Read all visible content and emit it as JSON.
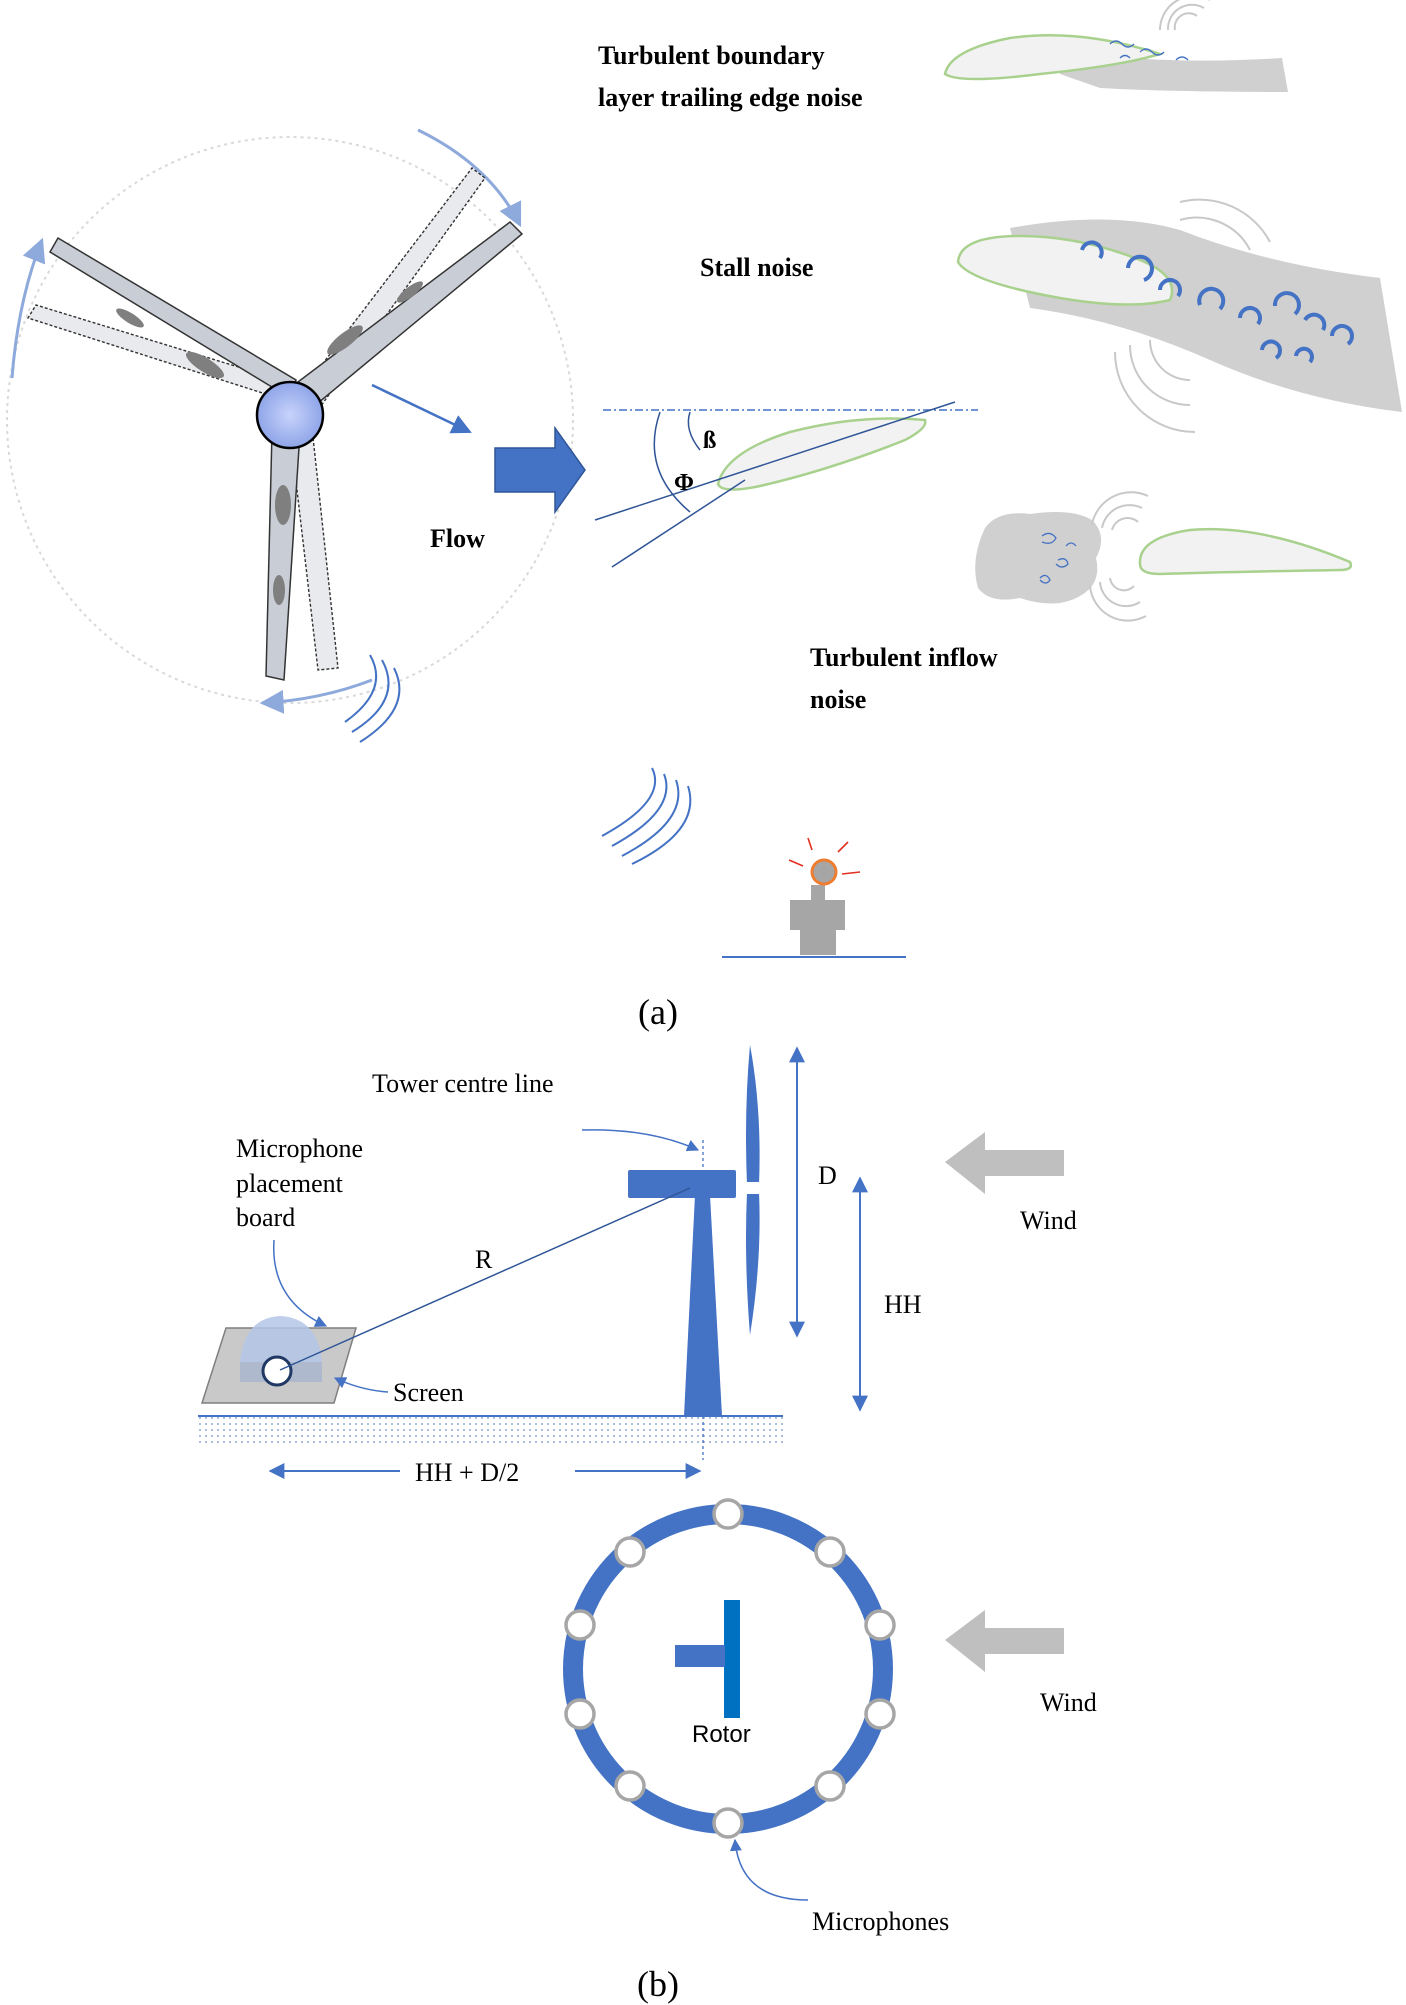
{
  "panel_a": {
    "labels": {
      "trailing_edge_line1": "Turbulent boundary",
      "trailing_edge_line2": "layer trailing edge noise",
      "stall": "Stall noise",
      "inflow_line1": "Turbulent inflow",
      "inflow_line2": "noise",
      "flow": "Flow",
      "beta": "ß",
      "phi": "Φ"
    },
    "caption": "(a)"
  },
  "panel_b": {
    "labels": {
      "tower_centre_line": "Tower centre line",
      "mic_board_line1": "Microphone",
      "mic_board_line2": "placement",
      "mic_board_line3": "board",
      "r": "R",
      "d": "D",
      "hh": "HH",
      "wind_top": "Wind",
      "screen": "Screen",
      "distance": "HH + D/2",
      "rotor": "Rotor",
      "wind_bottom": "Wind",
      "microphones": "Microphones"
    },
    "caption": "(b)"
  },
  "colors": {
    "blade": "#c9ced6",
    "hub": "#a9b9f0",
    "arrow_blue": "#4472c4",
    "line_blue": "#2f5597",
    "wake_gray": "#d0d0d0",
    "airfoil_green": "#a9d18e",
    "wind_gray": "#bfbfbf",
    "alert_red": "#e03020",
    "head_orange": "#ed7d31"
  }
}
